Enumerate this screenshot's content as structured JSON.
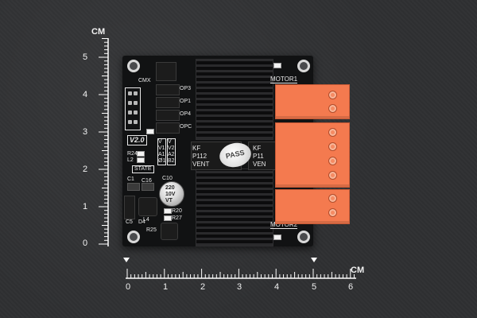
{
  "ruler": {
    "unit": "CM",
    "vertical_ticks": [
      "5",
      "4",
      "3",
      "2",
      "1",
      "0"
    ],
    "horizontal_ticks": [
      "0",
      "1",
      "2",
      "3",
      "4",
      "5",
      "6"
    ]
  },
  "board": {
    "labels": {
      "version": "V2.0",
      "motor1": "MOTOR1",
      "motor2": "MOTOR2",
      "state": "STATE",
      "cmx": "CMX",
      "r24": "R24",
      "l2": "L2",
      "c1": "C1",
      "c16": "C16",
      "c10": "C10",
      "c5": "C5",
      "d4": "D4",
      "l4": "L4",
      "r20": "R20",
      "r27": "R27",
      "r25": "R25",
      "op3": "OP3",
      "op1": "OP1",
      "op4": "OP4",
      "opc": "OPC",
      "v_col1": "V\nV1\nA1\nØ1",
      "v_col2": "V\nV2\nA2\nB2",
      "cap_text": "220\n10V\nVT",
      "chip_text_left": "KF\nP112\nVENT",
      "chip_text_right": "KF\nP11\nVEN",
      "pass_sticker": "PASS"
    }
  },
  "colors": {
    "background": "#2f3032",
    "board": "#111213",
    "terminal": "#f47a4f",
    "silkscreen": "#e8e8e8",
    "ruler_text": "#f2f2f2"
  }
}
